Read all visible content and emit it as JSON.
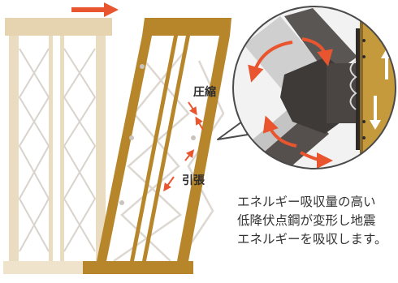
{
  "labels": {
    "compression": "圧縮",
    "tension": "引張"
  },
  "description": {
    "line1": "エネルギー吸収量の高い",
    "line2": "低降伏点鋼が変形し地震",
    "line3": "エネルギーを吸収します。"
  },
  "colors": {
    "arrow_red": "#e8552e",
    "frame_gold": "#b8862a",
    "frame_beige": "#e6d3b0",
    "steel_dark": "#3e3a38",
    "wall_gold": "#c49a3c"
  }
}
